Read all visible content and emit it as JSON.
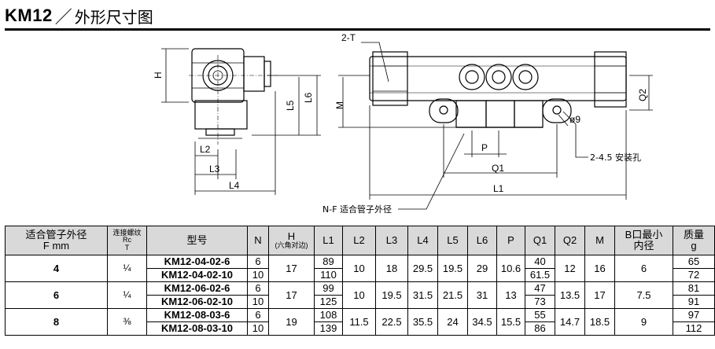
{
  "header": {
    "model": "KM12",
    "slash": "／",
    "subtitle": "外形尺寸图"
  },
  "drawing": {
    "labels": {
      "H": "H",
      "L2": "L2",
      "L3": "L3",
      "L4": "L4",
      "L5": "L5",
      "L6": "L6",
      "two_T": "2-T",
      "M": "M",
      "P": "P",
      "Q1": "Q1",
      "Q2": "Q2",
      "L1": "L1",
      "phi9": "ø9",
      "mount_hole": "2-4.5 安装孔",
      "tube_od": "N-F 适合管子外径"
    }
  },
  "table": {
    "headers": {
      "tube_od": "适合管子外径",
      "tube_od_unit": "F mm",
      "thread": "连接螺纹",
      "thread_sub1": "Rc",
      "thread_sub2": "T",
      "model": "型号",
      "n": "N",
      "h": "H",
      "h_sub": "(六角对边)",
      "l1": "L1",
      "l2": "L2",
      "l3": "L3",
      "l4": "L4",
      "l5": "L5",
      "l6": "L6",
      "p": "P",
      "q1": "Q1",
      "q2": "Q2",
      "m": "M",
      "b": "B口最小",
      "b_sub": "内径",
      "mass": "质量",
      "mass_unit": "g"
    },
    "groups": [
      {
        "f": "4",
        "thread": "¼",
        "h": "17",
        "l2": "10",
        "l3": "18",
        "l4": "29.5",
        "l5": "19.5",
        "l6": "29",
        "p": "10.6",
        "q2": "12",
        "m": "16",
        "b": "6",
        "rows": [
          {
            "model": "KM12-04-02-6",
            "n": "6",
            "l1": "89",
            "q1": "40",
            "mass": "65"
          },
          {
            "model": "KM12-04-02-10",
            "n": "10",
            "l1": "110",
            "q1": "61.5",
            "mass": "72"
          }
        ]
      },
      {
        "f": "6",
        "thread": "¼",
        "h": "17",
        "l2": "10",
        "l3": "19.5",
        "l4": "31.5",
        "l5": "21.5",
        "l6": "31",
        "p": "13",
        "q2": "13.5",
        "m": "17",
        "b": "7.5",
        "rows": [
          {
            "model": "KM12-06-02-6",
            "n": "6",
            "l1": "99",
            "q1": "47",
            "mass": "81"
          },
          {
            "model": "KM12-06-02-10",
            "n": "10",
            "l1": "125",
            "q1": "73",
            "mass": "91"
          }
        ]
      },
      {
        "f": "8",
        "thread": "⅜",
        "h": "19",
        "l2": "11.5",
        "l3": "22.5",
        "l4": "35.5",
        "l5": "24",
        "l6": "34.5",
        "p": "15.5",
        "q2": "14.7",
        "m": "18.5",
        "b": "9",
        "rows": [
          {
            "model": "KM12-08-03-6",
            "n": "6",
            "l1": "108",
            "q1": "55",
            "mass": "97"
          },
          {
            "model": "KM12-08-03-10",
            "n": "10",
            "l1": "139",
            "q1": "86",
            "mass": "112"
          }
        ]
      }
    ]
  }
}
